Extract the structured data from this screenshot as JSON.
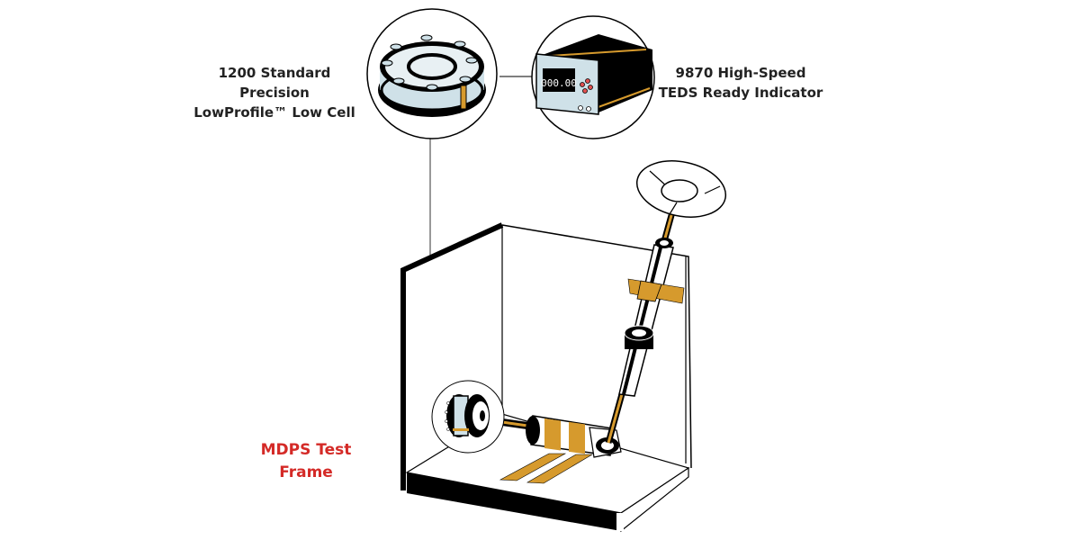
{
  "callouts": {
    "load_cell": {
      "line1": "1200 Standard Precision",
      "line2": "LowProfile™ Low Cell"
    },
    "indicator": {
      "line1": "9870 High-Speed",
      "line2": "TEDS Ready Indicator",
      "display_value": "000.00"
    },
    "frame": {
      "line1": "MDPS Test",
      "line2": "Frame"
    }
  },
  "colors": {
    "accent_orange": "#d69a2d",
    "frame_label_red": "#d42a27",
    "metal_light_blue": "#cfe1e8",
    "outline": "#000000"
  }
}
